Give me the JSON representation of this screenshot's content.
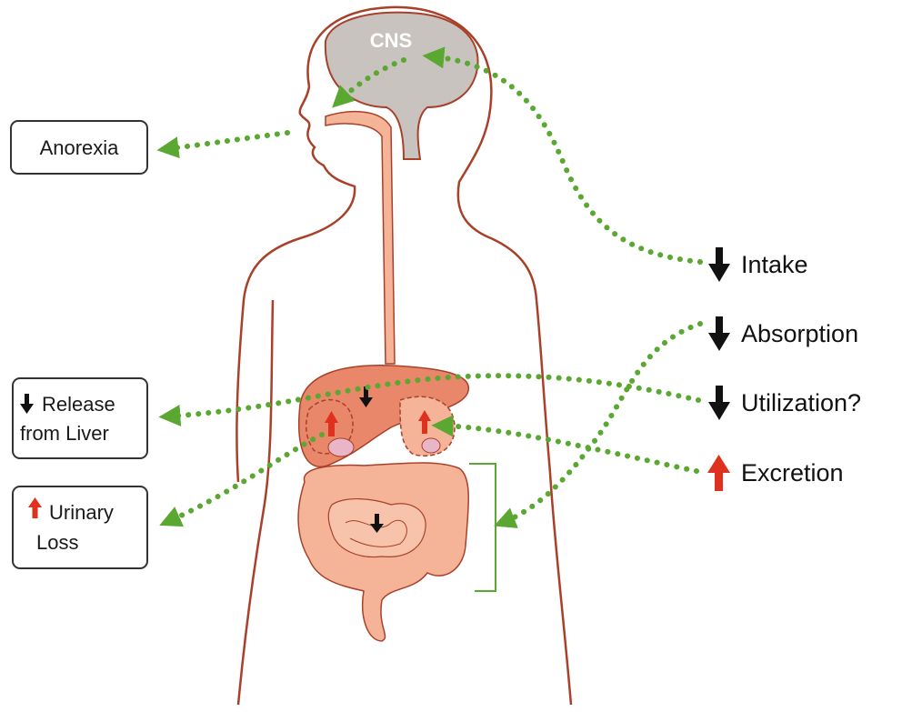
{
  "cns_label": "CNS",
  "left_boxes": {
    "anorexia": "Anorexia",
    "release_line1": "Release",
    "release_line2": "from Liver",
    "urinary_line1": "Urinary",
    "urinary_line2": "Loss"
  },
  "right_labels": {
    "intake": "Intake",
    "absorption": "Absorption",
    "utilization": "Utilization?",
    "excretion": "Excretion"
  },
  "colors": {
    "dotted_path": "#5aa832",
    "bracket": "#5aa832",
    "decrease_arrow": "#111111",
    "increase_arrow": "#e0301e",
    "body_outline": "#a8402a",
    "organ_fill": "#f5b497",
    "liver_fill": "#e8876a",
    "brain_fill": "#c8c3bf"
  },
  "indicators": {
    "intake": "down-arrow-icon",
    "absorption": "down-arrow-icon",
    "utilization": "down-arrow-icon",
    "excretion": "up-arrow-icon",
    "release": "down-arrow-icon",
    "urinary": "up-arrow-icon"
  }
}
